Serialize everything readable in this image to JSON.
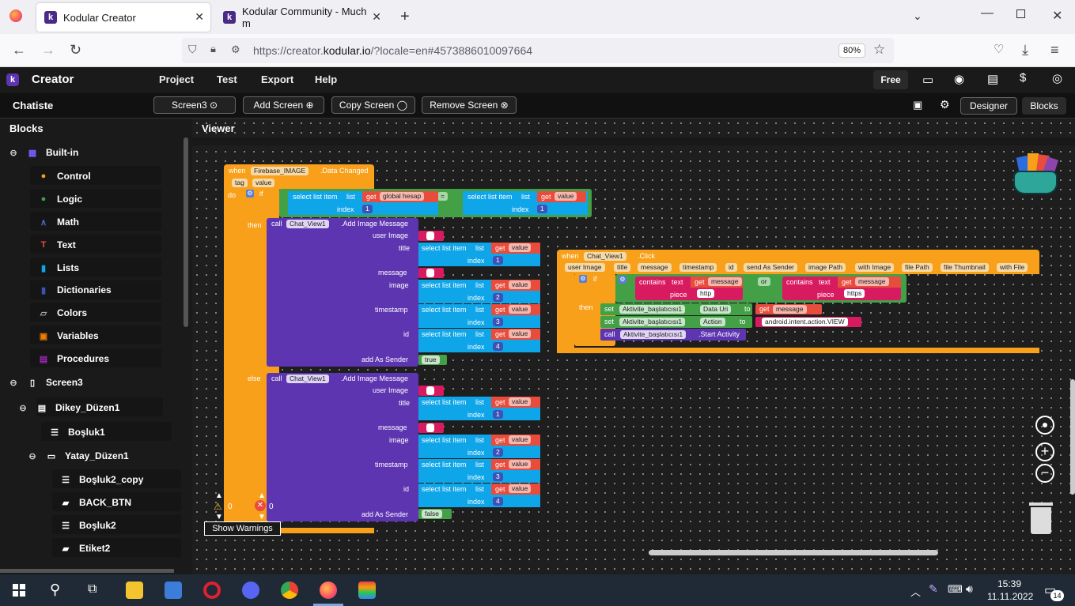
{
  "browser": {
    "tabs": [
      {
        "title": "Kodular Creator",
        "active": true
      },
      {
        "title": "Kodular Community - Much m",
        "active": false
      }
    ],
    "url_prefix": "https://creator.",
    "url_domain": "kodular.io",
    "url_suffix": "/?locale=en#4573886010097664",
    "zoom": "80%"
  },
  "app": {
    "brand": "Creator",
    "menu": [
      "Project",
      "Test",
      "Export",
      "Help"
    ],
    "plan": "Free",
    "project_name": "Chatiste",
    "screen_selector": "Screen3",
    "add_screen": "Add Screen",
    "copy_screen": "Copy Screen",
    "remove_screen": "Remove Screen",
    "designer": "Designer",
    "blocks": "Blocks"
  },
  "left_panel": {
    "title": "Blocks",
    "builtin": "Built-in",
    "builtin_items": [
      "Control",
      "Logic",
      "Math",
      "Text",
      "Lists",
      "Dictionaries",
      "Colors",
      "Variables",
      "Procedures"
    ],
    "screen": "Screen3",
    "components": [
      "Dikey_Düzen1",
      "Boşluk1",
      "Yatay_Düzen1",
      "Boşluk2_copy",
      "BACK_BTN",
      "Boşluk2",
      "Etiket2"
    ]
  },
  "viewer": {
    "title": "Viewer",
    "warnings_count": "0",
    "errors_count": "0",
    "show_warnings": "Show Warnings",
    "block1": {
      "when": "when",
      "component": "Firebase_IMAGE",
      "event": ".Data Changed",
      "param1": "tag",
      "param2": "value",
      "do": "do",
      "if": "if",
      "then": "then",
      "else": "else",
      "select_list_item": "select list item",
      "list": "list",
      "index": "index",
      "get": "get",
      "global_hesap": "global hesap",
      "value": "value",
      "eq": "=",
      "call": "call",
      "chat_view": "Chat_View1",
      "method": ".Add Image Message",
      "user_image": "user Image",
      "title": "title",
      "message": "message",
      "image": "image",
      "timestamp": "timestamp",
      "id": "id",
      "add_as_sender": "add As Sender",
      "true": "true",
      "false": "false",
      "idx1": "1",
      "idx2": "2",
      "idx3": "3",
      "idx4": "4"
    },
    "block2": {
      "when": "when",
      "component": "Chat_View1",
      "event": ".Click",
      "params": [
        "user Image",
        "title",
        "message",
        "timestamp",
        "id",
        "send As Sender",
        "image Path",
        "with Image",
        "file Path",
        "file Thumbnail",
        "with File"
      ],
      "contains": "contains",
      "text": "text",
      "piece": "piece",
      "or": "or",
      "get_message": "message",
      "http": "http",
      "https": "https",
      "set": "set",
      "activity": "Aktivite_başlatıcısı1",
      "data_uri": "Data Uri",
      "action": "Action",
      "to": "to",
      "intent": "android.intent.action.VIEW",
      "start_activity": ".Start Activity"
    }
  },
  "taskbar": {
    "time": "15:39",
    "date": "11.11.2022",
    "notifications": "14"
  }
}
